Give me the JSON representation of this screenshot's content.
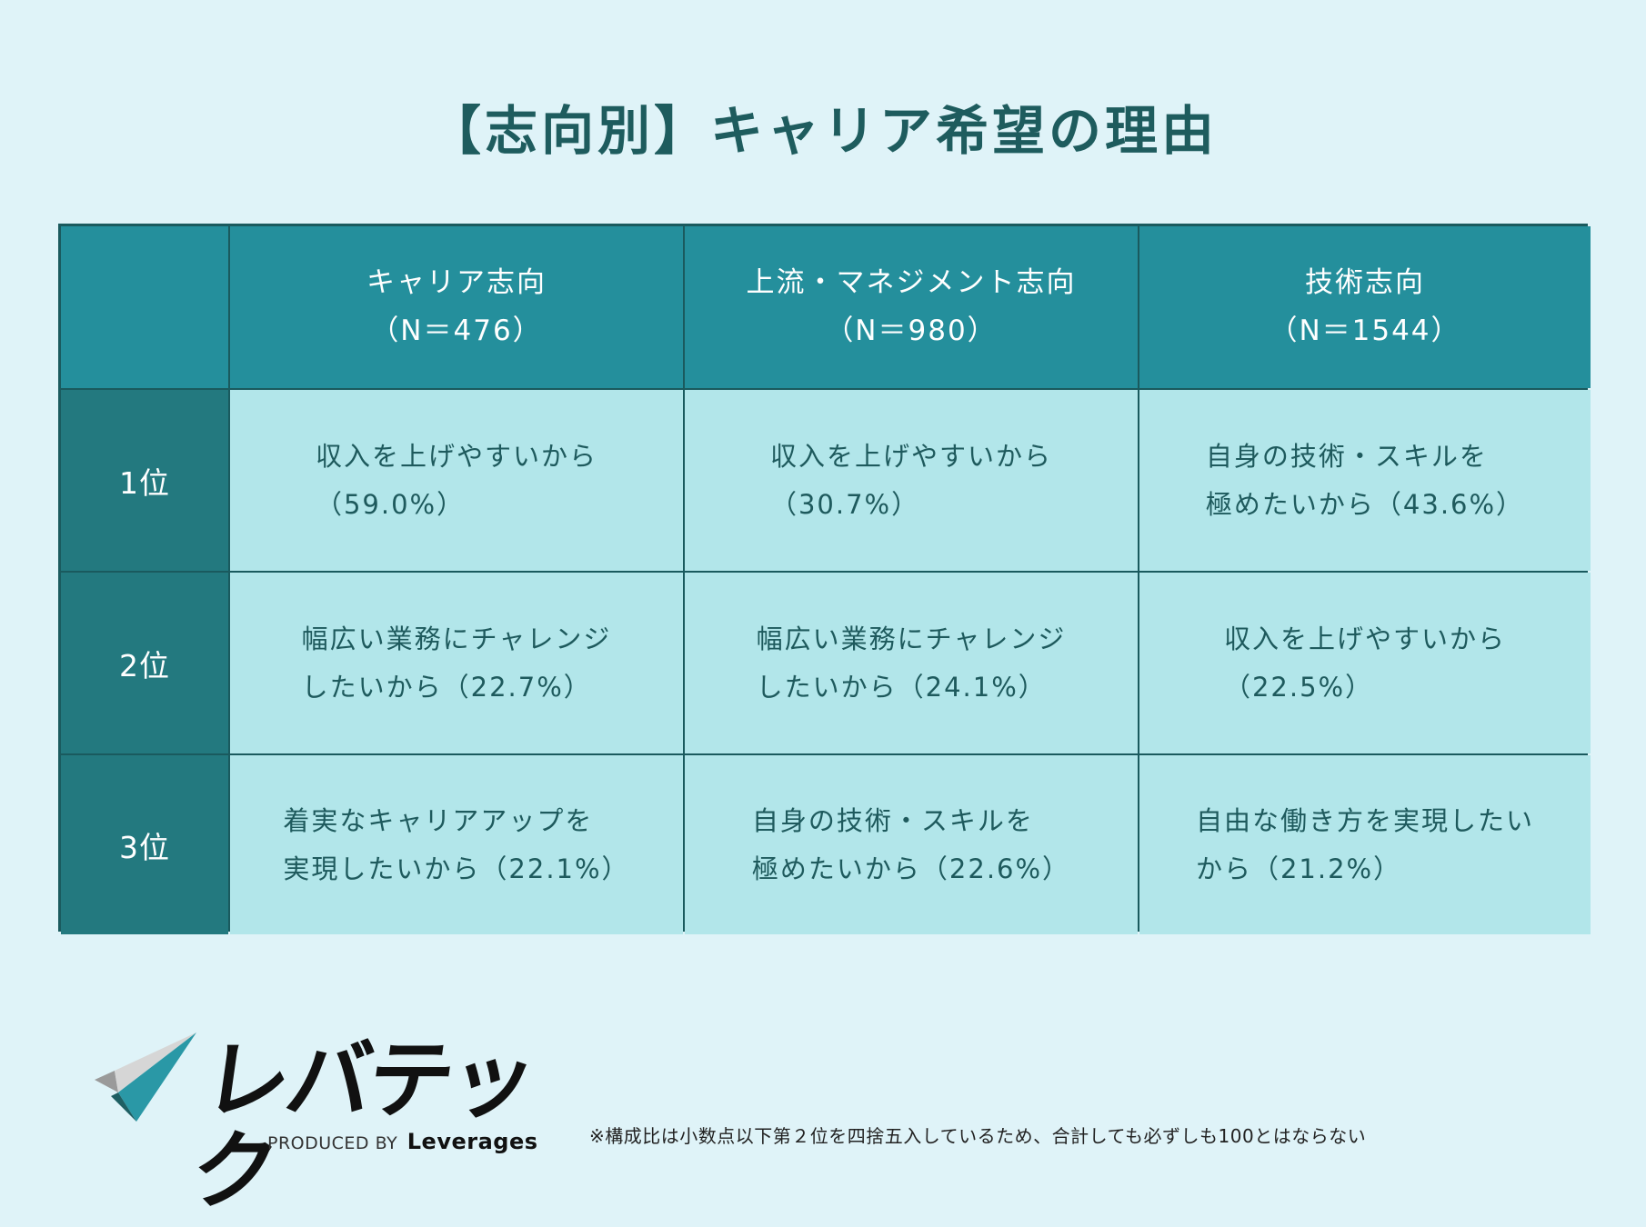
{
  "title": "【志向別】キャリア希望の理由",
  "table": {
    "columns": [
      {
        "label": "キャリア志向",
        "n": "（N＝476）"
      },
      {
        "label": "上流・マネジメント志向",
        "n": "（N＝980）"
      },
      {
        "label": "技術志向",
        "n": "（N＝1544）"
      }
    ],
    "rows": [
      {
        "rank": "1位",
        "cells": [
          {
            "line1": "収入を上げやすいから",
            "line2": "（59.0%）"
          },
          {
            "line1": "収入を上げやすいから",
            "line2": "（30.7%）"
          },
          {
            "line1": "自身の技術・スキルを",
            "line2": "極めたいから（43.6%）"
          }
        ]
      },
      {
        "rank": "2位",
        "cells": [
          {
            "line1": "幅広い業務にチャレンジ",
            "line2": "したいから（22.7%）"
          },
          {
            "line1": "幅広い業務にチャレンジ",
            "line2": "したいから（24.1%）"
          },
          {
            "line1": "収入を上げやすいから",
            "line2": "（22.5%）"
          }
        ]
      },
      {
        "rank": "3位",
        "cells": [
          {
            "line1": "着実なキャリアアップを",
            "line2": "実現したいから（22.1%）"
          },
          {
            "line1": "自身の技術・スキルを",
            "line2": "極めたいから（22.6%）"
          },
          {
            "line1": "自由な働き方を実現したい",
            "line2": "から（21.2%）"
          }
        ]
      }
    ]
  },
  "logo": {
    "icon": "paper-plane-triangle-icon",
    "name": "レバテック",
    "produced_by": "PRODUCED BY",
    "company": "Leverages"
  },
  "footnote": "※構成比は小数点以下第２位を四捨五入しているため、合計しても必ずしも100とはならない",
  "colors": {
    "background": "#dff3f8",
    "title": "#1e5c5e",
    "header": "#248f9c",
    "rank_column": "#23797f",
    "cell": "#b2e6ea",
    "border": "#1a5a5e",
    "cell_text": "#1e5a5d"
  }
}
